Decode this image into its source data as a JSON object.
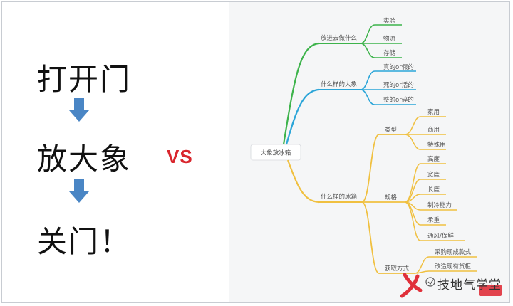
{
  "left": {
    "steps": [
      "打开门",
      "放大象",
      "关门！"
    ],
    "vs_label": "VS",
    "colors": {
      "arrow": "#4a86c5",
      "vs": "#d9262d"
    }
  },
  "mindmap": {
    "root": "大象放冰箱",
    "branches": [
      {
        "label": "放进去做什么",
        "color": "#3db34b",
        "children": [
          "实验",
          "物流",
          "存储"
        ]
      },
      {
        "label": "什么样的大象",
        "color": "#2ba5d8",
        "children": [
          "真的or假的",
          "死的or活的",
          "整的or碎的"
        ]
      },
      {
        "label": "什么样的冰箱",
        "color": "#f0c040",
        "children": [
          {
            "label": "类型",
            "children": [
              "家用",
              "商用",
              "特殊用"
            ]
          },
          {
            "label": "规格",
            "children": [
              "高度",
              "宽度",
              "长度",
              "制冷能力",
              "承重",
              "通风/保鲜"
            ]
          },
          {
            "label": "获取方式",
            "children": [
              "采购现成款式",
              "改造现有货柜"
            ]
          }
        ]
      }
    ]
  },
  "watermark": {
    "text": "技地气学堂"
  }
}
